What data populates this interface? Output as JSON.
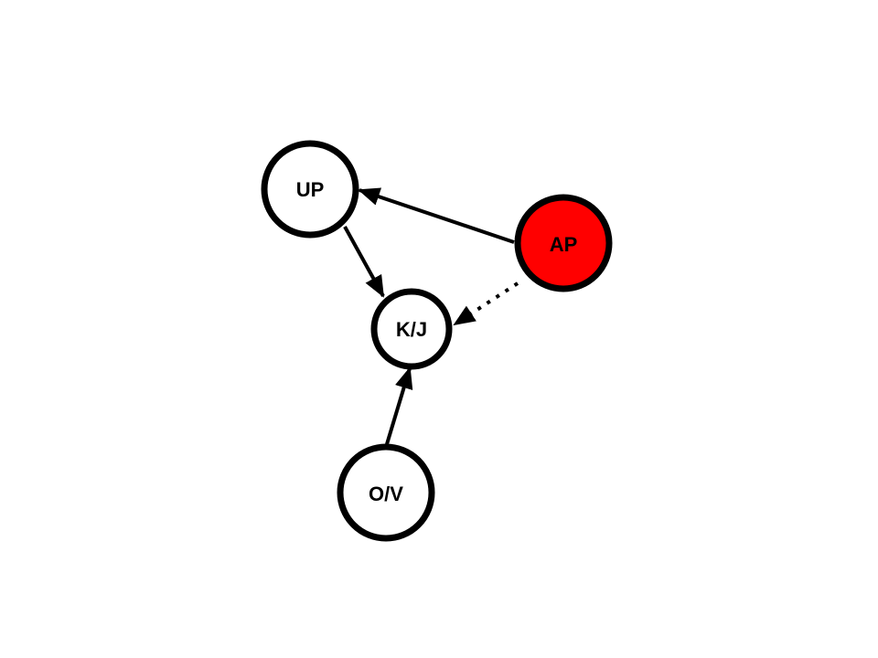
{
  "diagram": {
    "nodes": {
      "up": {
        "label": "UP",
        "fill": "#ffffff",
        "stroke": "#000000"
      },
      "ap": {
        "label": "AP",
        "fill": "#ff0000",
        "stroke": "#000000"
      },
      "kj": {
        "label": "K/J",
        "fill": "#ffffff",
        "stroke": "#000000"
      },
      "ov": {
        "label": "O/V",
        "fill": "#ffffff",
        "stroke": "#000000"
      }
    },
    "edges": [
      {
        "from": "ap",
        "to": "up",
        "style": "solid"
      },
      {
        "from": "up",
        "to": "kj",
        "style": "solid"
      },
      {
        "from": "ap",
        "to": "kj",
        "style": "dotted"
      },
      {
        "from": "ov",
        "to": "kj",
        "style": "solid"
      }
    ]
  }
}
